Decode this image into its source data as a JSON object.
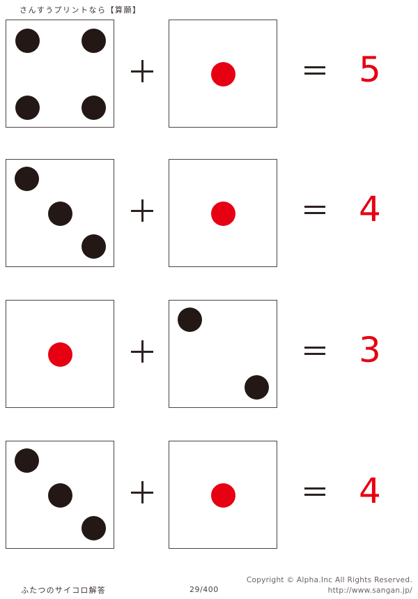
{
  "header": {
    "title": "さんすうプリントなら【算願】"
  },
  "colors": {
    "pip_black": "#231815",
    "pip_red": "#e60012",
    "box_border": "#4c4242",
    "answer_red": "#e60012"
  },
  "operators": {
    "plus": "+",
    "equals": "="
  },
  "problems": [
    {
      "index": 1,
      "left_die": {
        "value": 4,
        "color": "black",
        "pips": [
          "p-tl",
          "p-tr",
          "p-bl",
          "p-br"
        ]
      },
      "right_die": {
        "value": 1,
        "color": "red",
        "pips": [
          "p-c"
        ]
      },
      "answer": "5"
    },
    {
      "index": 2,
      "left_die": {
        "value": 3,
        "color": "black",
        "pips": [
          "p-d1",
          "p-d2",
          "p-d3"
        ]
      },
      "right_die": {
        "value": 1,
        "color": "red",
        "pips": [
          "p-c"
        ]
      },
      "answer": "4"
    },
    {
      "index": 3,
      "left_die": {
        "value": 1,
        "color": "red",
        "pips": [
          "p-c"
        ]
      },
      "right_die": {
        "value": 2,
        "color": "black",
        "pips": [
          "p-d1",
          "p-d3"
        ]
      },
      "answer": "3"
    },
    {
      "index": 4,
      "left_die": {
        "value": 3,
        "color": "black",
        "pips": [
          "p-d1",
          "p-d2",
          "p-d3"
        ]
      },
      "right_die": {
        "value": 1,
        "color": "red",
        "pips": [
          "p-c"
        ]
      },
      "answer": "4"
    }
  ],
  "footer": {
    "title": "ふたつのサイコロ解答",
    "page": "29/400",
    "copyright": "Copyright ©  Alpha.Inc All Rights Reserved.",
    "url": "http://www.sangan.jp/"
  }
}
